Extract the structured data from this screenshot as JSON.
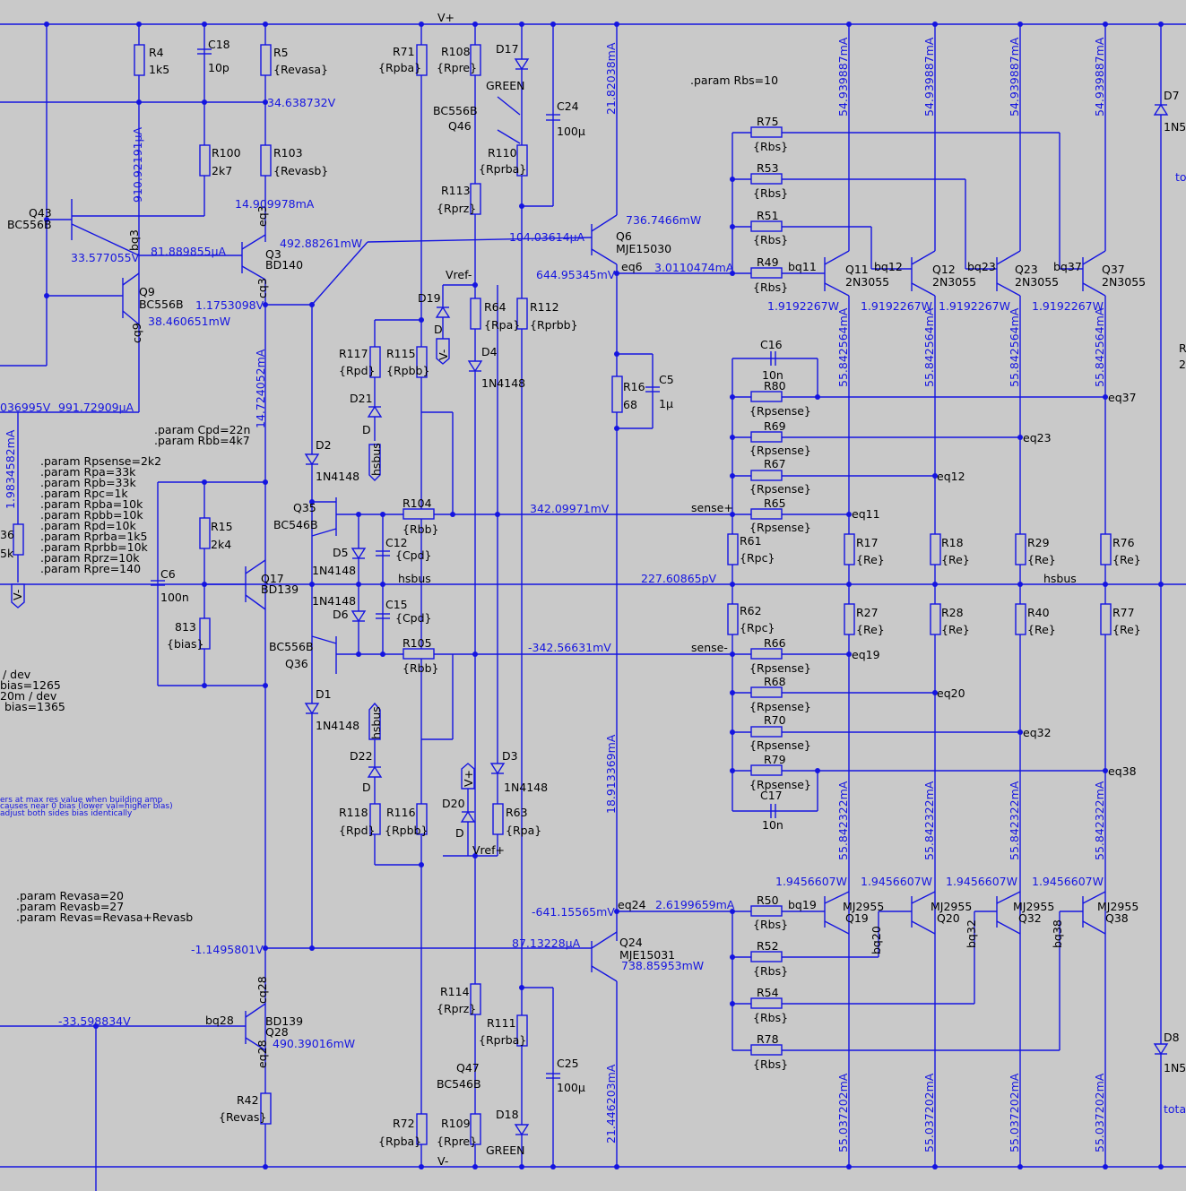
{
  "colors": {
    "background": "#c9c9c9",
    "wire": "#1515e0",
    "label": "#000000",
    "annotation": "#1515e0"
  },
  "rails": {
    "vplus": "V+",
    "vminus": "V-"
  },
  "params": {
    "rbs": ".param Rbs=10",
    "cpd": ".param Cpd=22n",
    "rbb": ".param Rbb=4k7",
    "list": [
      ".param Rpsense=2k2",
      ".param Rpa=33k",
      ".param Rpb=33k",
      ".param Rpc=1k",
      ".param Rpba=10k",
      ".param Rpbb=10k",
      ".param Rpd=10k",
      ".param Rprba=1k5",
      ".param Rprbb=10k",
      ".param Rprz=10k",
      ".param Rpre=140"
    ],
    "revas": [
      ".param Revasa=20",
      ".param Revasb=27",
      ".param Revas=Revasa+Revasb"
    ]
  },
  "notes": {
    "left1": "/ dev",
    "left2": "bias=1265",
    "left3": "20m / dev",
    "left4": "bias=1365",
    "comment1": "ers at max res value when building amp",
    "comment2": "causes near 0 bias (lower val=higher bias)",
    "comment3": "adjust both sides bias identically"
  },
  "parts": {
    "R4": [
      "R4",
      "1k5"
    ],
    "C18": [
      "C18",
      "10p"
    ],
    "R5": [
      "R5",
      "{Revasa}"
    ],
    "R100": [
      "R100",
      "2k7"
    ],
    "R103": [
      "R103",
      "{Revasb}"
    ],
    "Q43": [
      "Q43",
      "BC556B"
    ],
    "Q3": [
      "Q3",
      "BD140"
    ],
    "Q9": [
      "Q9",
      "BC556B"
    ],
    "R71": [
      "R71",
      "{Rpba}"
    ],
    "R108": [
      "R108",
      "{Rpre}"
    ],
    "D17": [
      "D17",
      "GREEN"
    ],
    "C24": [
      "C24",
      "100µ"
    ],
    "Q46": [
      "Q46",
      "BC556B"
    ],
    "R110": [
      "R110",
      "{Rprba}"
    ],
    "R113": [
      "R113",
      "{Rprz}"
    ],
    "Q6": [
      "Q6",
      "MJE15030"
    ],
    "D19": [
      "D19",
      "D"
    ],
    "R64": [
      "R64",
      "{Rpa}"
    ],
    "R112": [
      "R112",
      "{Rprbb}"
    ],
    "D4": [
      "D4",
      "1N4148"
    ],
    "R117": [
      "R117",
      "{Rpd}"
    ],
    "R115": [
      "R115",
      "{Rpbb}"
    ],
    "D21": [
      "D21",
      "D"
    ],
    "R16": [
      "R16",
      "68"
    ],
    "C5": [
      "C5",
      "1µ"
    ],
    "D2": [
      "D2",
      "1N4148"
    ],
    "Q35": [
      "Q35",
      "BC546B"
    ],
    "R104": [
      "R104",
      "{Rbb}"
    ],
    "D5": [
      "D5",
      "1N4148"
    ],
    "C12": [
      "C12",
      "{Cpd}"
    ],
    "D6": [
      "D6",
      "1N4148"
    ],
    "C15": [
      "C15",
      "{Cpd}"
    ],
    "Q36": [
      "Q36",
      "BC556B"
    ],
    "R105": [
      "R105",
      "{Rbb}"
    ],
    "D1": [
      "D1",
      "1N4148"
    ],
    "R15": [
      "R15",
      "2k4"
    ],
    "C6": [
      "C6",
      "100n"
    ],
    "Q17": [
      "Q17",
      "BD139"
    ],
    "R813": [
      "813",
      "{bias}"
    ],
    "D22": [
      "D22",
      "D"
    ],
    "R118": [
      "R118",
      "{Rpd}"
    ],
    "R116": [
      "R116",
      "{Rpbb}"
    ],
    "D20": [
      "D20",
      "D"
    ],
    "D3": [
      "D3",
      "1N4148"
    ],
    "R63": [
      "R63",
      "{Rpa}"
    ],
    "Q24": [
      "Q24",
      "MJE15031"
    ],
    "R114": [
      "R114",
      "{Rprz}"
    ],
    "R111": [
      "R111",
      "{Rprba}"
    ],
    "Q47": [
      "Q47",
      "BC546B"
    ],
    "C25": [
      "C25",
      "100µ"
    ],
    "R72": [
      "R72",
      "{Rpba}"
    ],
    "R109": [
      "R109",
      "{Rpre}"
    ],
    "D18": [
      "D18",
      "GREEN"
    ],
    "Q28": [
      "Q28",
      "BD139"
    ],
    "R42": [
      "R42",
      "{Revas}"
    ],
    "R75": [
      "R75",
      "{Rbs}"
    ],
    "R53": [
      "R53",
      "{Rbs}"
    ],
    "R51": [
      "R51",
      "{Rbs}"
    ],
    "R49": [
      "R49",
      "{Rbs}"
    ],
    "Q11": [
      "Q11",
      "2N3055"
    ],
    "Q12": [
      "Q12",
      "2N3055"
    ],
    "Q23": [
      "Q23",
      "2N3055"
    ],
    "Q37": [
      "Q37",
      "2N3055"
    ],
    "C16": [
      "C16",
      "10n"
    ],
    "R80": [
      "R80",
      "{Rpsense}"
    ],
    "R69": [
      "R69",
      "{Rpsense}"
    ],
    "R67": [
      "R67",
      "{Rpsense}"
    ],
    "R65": [
      "R65",
      "{Rpsense}"
    ],
    "R61": [
      "R61",
      "{Rpc}"
    ],
    "R62": [
      "R62",
      "{Rpc}"
    ],
    "R66": [
      "R66",
      "{Rpsense}"
    ],
    "R68": [
      "R68",
      "{Rpsense}"
    ],
    "R70": [
      "R70",
      "{Rpsense}"
    ],
    "R79": [
      "R79",
      "{Rpsense}"
    ],
    "C17": [
      "C17",
      "10n"
    ],
    "R17": [
      "R17",
      "{Re}"
    ],
    "R18": [
      "R18",
      "{Re}"
    ],
    "R29": [
      "R29",
      "{Re}"
    ],
    "R76": [
      "R76",
      "{Re}"
    ],
    "R27": [
      "R27",
      "{Re}"
    ],
    "R28": [
      "R28",
      "{Re}"
    ],
    "R40": [
      "R40",
      "{Re}"
    ],
    "R77": [
      "R77",
      "{Re}"
    ],
    "R50": [
      "R50",
      "{Rbs}"
    ],
    "R52": [
      "R52",
      "{Rbs}"
    ],
    "R54": [
      "R54",
      "{Rbs}"
    ],
    "R78": [
      "R78",
      "{Rbs}"
    ],
    "Q19": [
      "Q19",
      "MJ2955"
    ],
    "Q20": [
      "Q20",
      "MJ2955"
    ],
    "Q32": [
      "Q32",
      "MJ2955"
    ],
    "Q38": [
      "Q38",
      "MJ2955"
    ],
    "D7": [
      "D7",
      "1N5"
    ],
    "D8": [
      "D8",
      "1N5"
    ]
  },
  "nets": {
    "hsbus": "hsbus",
    "sense_plus": "sense+",
    "sense_minus": "sense-",
    "vref_minus": "Vref-",
    "vref_plus": "Vref+",
    "eq6": "eq6",
    "eq24": "eq24",
    "eq3": "eq3",
    "cq3": "cq3",
    "bq3": "bq3",
    "cq9": "cq9",
    "cq28": "cq28",
    "bq28": "bq28",
    "eq28": "eq28",
    "bq11": "bq11",
    "bq12": "bq12",
    "bq23": "bq23",
    "bq37": "bq37",
    "bq19": "bq19",
    "bq20": "bq20",
    "bq32": "bq32",
    "bq38": "bq38",
    "eq11": "eq11",
    "eq12": "eq12",
    "eq23": "eq23",
    "eq37": "eq37",
    "eq19": "eq19",
    "eq20": "eq20",
    "eq32": "eq32",
    "eq38": "eq38",
    "tot1": "tot",
    "tot2": "tota",
    "edge_r": "R",
    "edge_2": "2"
  },
  "readings": {
    "v_34": "34.638732V",
    "i_910": "910.92191µA",
    "i_14_90": "14.909978mA",
    "v_33_57": "33.577055V",
    "i_81": "81.889855µA",
    "p_492": "492.88261mW",
    "v_1_175": "1.1753098V",
    "p_38": "38.460651mW",
    "i_14_72": "14.724052mA",
    "v_036": "036995V",
    "i_991": "991.72909µA",
    "i_1_98": "1.9834582mA",
    "edge_36": "36",
    "edge_5k": "5k",
    "i_21_82": "21.82038mA",
    "p_736": "736.7466mW",
    "i_104": "104.03614µA",
    "v_644": "644.95345mV",
    "i_3_01": "3.0110474mA",
    "i_54a": "54.939887mA",
    "i_54b": "54.939887mA",
    "i_54c": "54.939887mA",
    "i_54d": "54.939887mA",
    "p_1_919a": "1.9192267W",
    "p_1_919b": "1.9192267W",
    "p_1_919c": "1.9192267W",
    "p_1_919d": "1.9192267W",
    "i_55_84a": "55.842564mA",
    "i_55_84b": "55.842564mA",
    "i_55_84c": "55.842564mA",
    "i_55_84d": "55.842564mA",
    "v_342": "342.09971mV",
    "p_227": "227.60865pV",
    "v_m342": "-342.56631mV",
    "i_18_91": "18.913369mA",
    "i_55_84e": "55.842322mA",
    "i_55_84f": "55.842322mA",
    "i_55_84g": "55.842322mA",
    "i_55_84h": "55.842322mA",
    "p_1_945a": "1.9456607W",
    "p_1_945b": "1.9456607W",
    "p_1_945c": "1.9456607W",
    "p_1_945d": "1.9456607W",
    "v_m641": "-641.15565mV",
    "i_2_61": "2.6199659mA",
    "v_m1_149": "-1.1495801V",
    "i_87": "87.13228µA",
    "p_738": "738.85953mW",
    "v_m33": "-33.598834V",
    "p_490": "490.39016mW",
    "i_21_44": "21.446203mA",
    "i_55_03a": "55.037202mA",
    "i_55_03b": "55.037202mA",
    "i_55_03c": "55.037202mA",
    "i_55_03d": "55.037202mA"
  }
}
